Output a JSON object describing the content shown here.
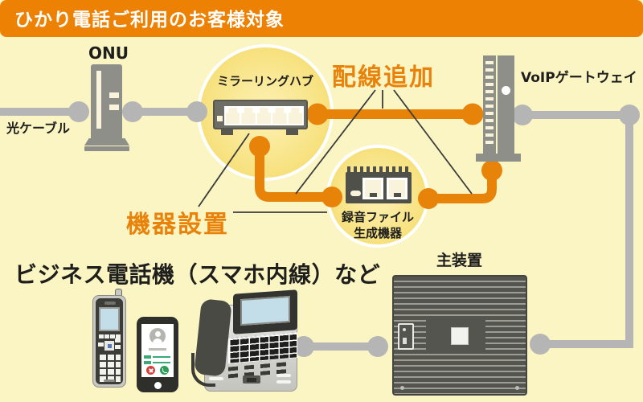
{
  "colors": {
    "bg": "#FAF5C3",
    "orange": "#ED8103",
    "orange-text": "#E8820A",
    "cable-orange": "#E8830A",
    "cable-gray": "#B5B5B5",
    "pointer-line": "#3B3B3B",
    "circle-yellow": "#F6DE74",
    "circle-light": "#FBEDA6",
    "dev-gray": "#8F8F8A",
    "dev-dark": "#50504A",
    "cream": "#F8F3DA",
    "text-dark": "#1E1E1C"
  },
  "banner": {
    "label": "ひかり電話ご利用のお客様対象"
  },
  "labels": {
    "onu": "ONU",
    "optical_cable": "光ケーブル",
    "mirroring_hub": "ミラーリングハブ",
    "wiring_add": "配線追加",
    "voip_gateway": "VoIPゲートウェイ",
    "device_install": "機器設置",
    "recorder_line1": "録音ファイル",
    "recorder_line2": "生成機器",
    "main_unit": "主装置",
    "phones": "ビジネス電話機（スマホ内線）など"
  }
}
